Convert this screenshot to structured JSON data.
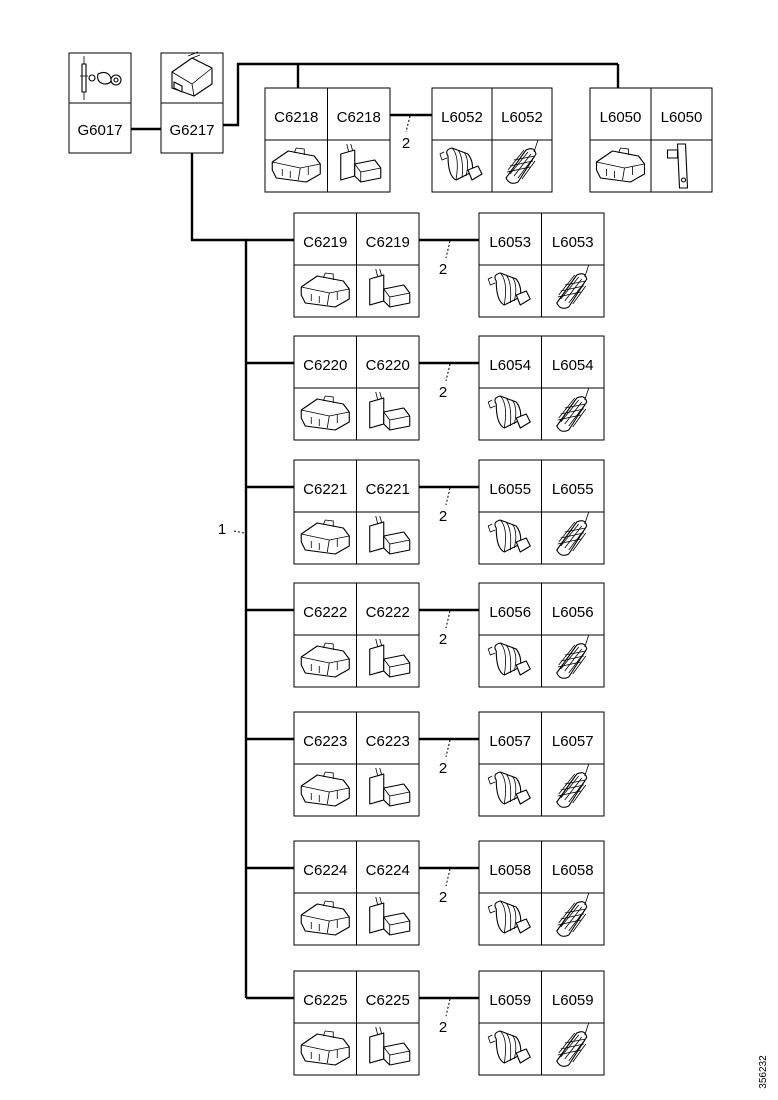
{
  "components": {
    "g6017": "G6017",
    "g6217": "G6217"
  },
  "top_branches": [
    {
      "connector": "C6218",
      "lamp": "L6052",
      "callout": "2"
    },
    {
      "connector": "",
      "lamp": "L6050",
      "callout": ""
    }
  ],
  "rows": [
    {
      "connector": "C6219",
      "lamp": "L6053",
      "callout": "2"
    },
    {
      "connector": "C6220",
      "lamp": "L6054",
      "callout": "2"
    },
    {
      "connector": "C6221",
      "lamp": "L6055",
      "callout": "2"
    },
    {
      "connector": "C6222",
      "lamp": "L6056",
      "callout": "2"
    },
    {
      "connector": "C6223",
      "lamp": "L6057",
      "callout": "2"
    },
    {
      "connector": "C6224",
      "lamp": "L6058",
      "callout": "2"
    },
    {
      "connector": "C6225",
      "lamp": "L6059",
      "callout": "2"
    }
  ],
  "main_callout": "1",
  "document_id": "356232",
  "icons": {
    "ground": "ground-stud-icon",
    "module": "control-module-icon",
    "connector_female": "connector-housing-icon",
    "connector_male": "connector-pin-icon",
    "lamp_bulb": "lamp-bulb-icon",
    "lamp_lens": "lamp-lens-icon"
  }
}
